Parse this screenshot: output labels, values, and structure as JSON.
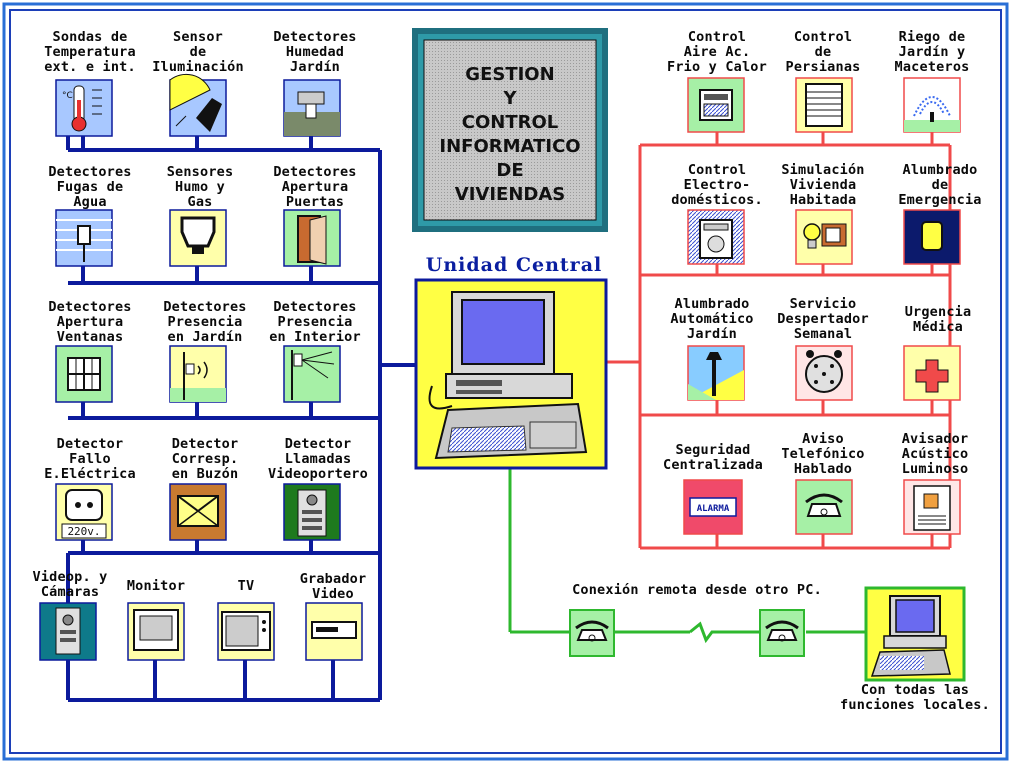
{
  "title": {
    "lines": [
      "GESTION",
      "Y",
      "CONTROL",
      "INFORMATICO",
      "DE",
      "VIVIENDAS"
    ]
  },
  "central_unit": {
    "label": "Unidad Central"
  },
  "left_devices": [
    {
      "label": "Sondas de\nTemperatura\next. e int.",
      "icon": "thermometer-icon"
    },
    {
      "label": "Sensor\nde\nIluminación",
      "icon": "light-sensor-icon"
    },
    {
      "label": "Detectores\nHumedad\nJardín",
      "icon": "humidity-sensor-icon"
    },
    {
      "label": "Detectores\nFugas de\nAgua",
      "icon": "water-leak-icon"
    },
    {
      "label": "Sensores\nHumo y\nGas",
      "icon": "smoke-gas-sensor-icon"
    },
    {
      "label": "Detectores\nApertura\nPuertas",
      "icon": "door-icon"
    },
    {
      "label": "Detectores\nApertura\nVentanas",
      "icon": "window-icon"
    },
    {
      "label": "Detectores\nPresencia\nen Jardín",
      "icon": "garden-presence-icon"
    },
    {
      "label": "Detectores\nPresencia\nen Interior",
      "icon": "indoor-presence-icon"
    },
    {
      "label": "Detector\nFallo\nE.Eléctrica",
      "icon": "power-outlet-icon",
      "caption": "220v."
    },
    {
      "label": "Detector\nCorresp.\nen Buzón",
      "icon": "mailbox-icon"
    },
    {
      "label": "Detector\nLlamadas\nVideoportero",
      "icon": "video-intercom-icon"
    },
    {
      "label": "Videop. y\nCámaras",
      "icon": "camera-intercom-icon"
    },
    {
      "label": "Monitor",
      "icon": "monitor-icon"
    },
    {
      "label": "TV",
      "icon": "tv-icon"
    },
    {
      "label": "Grabador\nVideo",
      "icon": "vcr-icon"
    }
  ],
  "right_devices": [
    {
      "label": "Control\nAire Ac.\nFrio y Calor",
      "icon": "air-conditioner-icon"
    },
    {
      "label": "Control\nde\nPersianas",
      "icon": "blinds-icon"
    },
    {
      "label": "Riego de\nJardín y\nMaceteros",
      "icon": "sprinkler-icon"
    },
    {
      "label": "Control\nElectro-\ndomésticos.",
      "icon": "appliance-icon"
    },
    {
      "label": "Simulación\nVivienda\nHabitada",
      "icon": "bulb-tv-icon"
    },
    {
      "label": "Alumbrado\nde\nEmergencia",
      "icon": "emergency-light-icon"
    },
    {
      "label": "Alumbrado\nAutomático\nJardín",
      "icon": "garden-lamp-icon"
    },
    {
      "label": "Servicio\nDespertador\nSemanal",
      "icon": "alarm-clock-icon"
    },
    {
      "label": "Urgencia\nMédica",
      "icon": "medical-cross-icon"
    },
    {
      "label": "Seguridad\nCentralizada",
      "icon": "alarm-panel-icon",
      "caption": "ALARMA"
    },
    {
      "label": "Aviso\nTelefónico\nHablado",
      "icon": "telephone-icon"
    },
    {
      "label": "Avisador\nAcústico\nLuminoso",
      "icon": "siren-icon"
    }
  ],
  "remote": {
    "label": "Conexión remota desde otro PC.",
    "pc_caption": "Con todas las\nfunciones locales."
  },
  "colors": {
    "border_blue": "#1c3fb8",
    "left_bus": "#0c1a9c",
    "right_bus": "#f04a4a",
    "remote_bus": "#2eb82e",
    "title_box_fill": "#b8b8b8",
    "title_box_frame": "#1f6f7f"
  }
}
